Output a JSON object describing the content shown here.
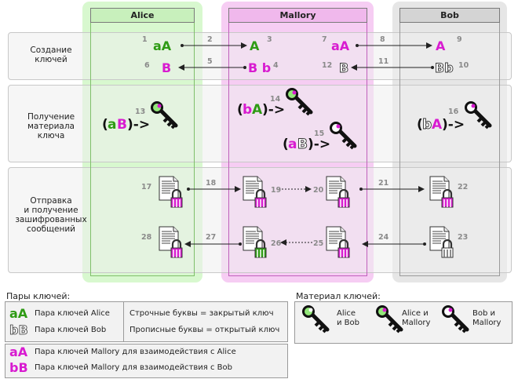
{
  "columns": {
    "alice": "Alice",
    "mallory": "Mallory",
    "bob": "Bob"
  },
  "rows": {
    "key_creation": "Создание\nключей",
    "key_material": "Получение\nматериала\nключа",
    "messaging": "Отправка\nи получение\nзашифрованных\nсообщений"
  },
  "steps": {
    "s1": "1",
    "s2": "2",
    "s3": "3",
    "s4": "4",
    "s5": "5",
    "s6": "6",
    "s7": "7",
    "s8": "8",
    "s9": "9",
    "s10": "10",
    "s11": "11",
    "s12": "12",
    "s13": "13",
    "s14": "14",
    "s15": "15",
    "s16": "16",
    "s17": "17",
    "s18": "18",
    "s19": "19",
    "s20": "20",
    "s21": "21",
    "s22": "22",
    "s23": "23",
    "s24": "24",
    "s25": "25",
    "s26": "26",
    "s27": "27",
    "s28": "28"
  },
  "glyphs": {
    "alice_pair": "aA",
    "alice_public": "A",
    "alice_private_mb": "B",
    "mallory_B_b": "B b",
    "mallory_aA": "aA",
    "bob_A": "A",
    "bob_B_private_outline": "B",
    "bob_pair": "Bb",
    "material_alice": [
      "(",
      "a",
      "B",
      ")->"
    ],
    "material_mallory_1": [
      "(",
      "b",
      "A",
      ")->"
    ],
    "material_mallory_2": [
      "(",
      "a",
      "B",
      ")->"
    ],
    "material_bob": [
      "(",
      "b",
      "A",
      ")->"
    ]
  },
  "legend": {
    "pairs_title": "Пары ключей:",
    "alice_pair_glyph": "aA",
    "alice_pair_label": "Пара ключей Alice",
    "bob_pair_glyph": "bB",
    "bob_pair_label": "Пара ключей Bob",
    "lowercase_note": "Строчные буквы = закрытый ключ",
    "uppercase_note": "Прописные буквы = открытый ключ",
    "mallory_alice_glyph": "aA",
    "mallory_alice_label": "Пара ключей Mallory для взаимодействия с Alice",
    "mallory_bob_glyph": "bB",
    "mallory_bob_label": "Пара ключей Mallory для взаимодействия с Bob",
    "material_title": "Материал ключей:",
    "key_alice_bob": "Alice\nи Bob",
    "key_alice_mallory": "Alice и\nMallory",
    "key_bob_mallory": "Bob и\nMallory"
  },
  "colors": {
    "alice_green": "#2e9b14",
    "alice_col_bg": "#d8f8cf",
    "mallory_magenta": "#d81bd0",
    "mallory_col_bg": "#f6cdf3",
    "bob_col_bg": "#e4e4e4",
    "row_bg": "#f1f1f1",
    "arrow": "#222222"
  }
}
